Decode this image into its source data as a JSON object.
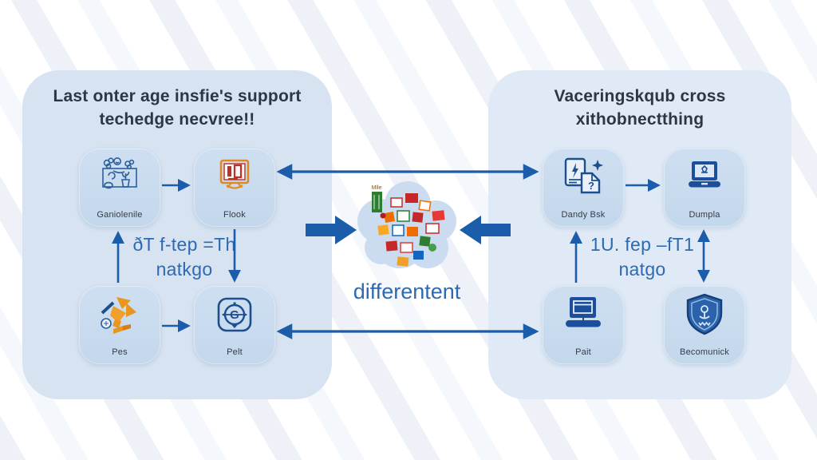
{
  "background": {
    "stripe_color": "#eef2f8"
  },
  "colors": {
    "arrow_blue": "#1b5cab",
    "panel_left_bg": "#d7e3f1",
    "panel_right_bg": "#e0eaf6",
    "tile_bg": "#c3d7ec",
    "title_text": "#2c3644",
    "accent_text": "#2e6ab1"
  },
  "left_panel": {
    "title_line1": "Last onter age insfie's support",
    "title_line2": "techedge necvree!!",
    "mid_text_line1": "ðT f-tep =Th",
    "mid_text_line2": "natkgo",
    "nodes": [
      {
        "label": "Ganiolenile",
        "icon": "sketch-doodle-icon"
      },
      {
        "label": "Flook",
        "icon": "monitor-icon"
      },
      {
        "label": "Pes",
        "icon": "origami-figures-icon"
      },
      {
        "label": "Pelt",
        "icon": "gauge-dial-icon"
      }
    ]
  },
  "center": {
    "caption": "differentent",
    "icon": "icon-collage-cloud"
  },
  "right_panel": {
    "title_line1": "Vaceringskqub cross",
    "title_line2": "xithobnectthing",
    "mid_text_line1": "1U. fep –fT1",
    "mid_text_line2": "natgo",
    "nodes": [
      {
        "label": "Dandy Bsk",
        "icon": "documents-question-icon"
      },
      {
        "label": "Dumpla",
        "icon": "laptop-icon"
      },
      {
        "label": "Pait",
        "icon": "laptop-window-icon"
      },
      {
        "label": "Becomunick",
        "icon": "shield-icon"
      }
    ]
  }
}
